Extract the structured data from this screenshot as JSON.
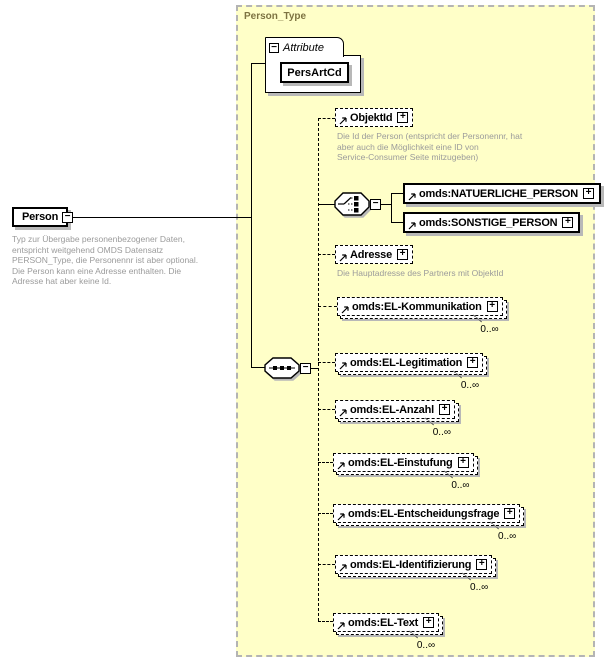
{
  "icons": {
    "plus": "+",
    "minus": "−"
  },
  "person": {
    "label": "Person",
    "annotation": "Typ zur Übergabe personenbezogener Daten,\nentspricht weitgehend OMDS Datensatz\nPERSON_Type, die Personennr ist aber optional.\nDie Person kann eine Adresse enthalten. Die\nAdresse hat aber keine Id."
  },
  "container": {
    "label": "Person_Type"
  },
  "attributes": {
    "label": "Attribute",
    "items": [
      {
        "name": "PersArtCd"
      }
    ]
  },
  "elements": {
    "objektid": {
      "name": "ObjektId",
      "annotation": "Die Id der Person (entspricht der Personennr, hat\naber auch die Möglichkeit eine ID von\nService-Consumer Seite mitzugeben)"
    },
    "natuerliche_person": {
      "name": "omds:NATUERLICHE_PERSON"
    },
    "sonstige_person": {
      "name": "omds:SONSTIGE_PERSON"
    },
    "adresse": {
      "name": "Adresse",
      "annotation": "Die Hauptadresse des Partners mit ObjektId"
    },
    "kommunikation": {
      "name": "omds:EL-Kommunikation",
      "occurs": "0..∞"
    },
    "legitimation": {
      "name": "omds:EL-Legitimation",
      "occurs": "0..∞"
    },
    "anzahl": {
      "name": "omds:EL-Anzahl",
      "occurs": "0..∞"
    },
    "einstufung": {
      "name": "omds:EL-Einstufung",
      "occurs": "0..∞"
    },
    "entscheidungsfrage": {
      "name": "omds:EL-Entscheidungsfrage",
      "occurs": "0..∞"
    },
    "identifizierung": {
      "name": "omds:EL-Identifizierung",
      "occurs": "0..∞"
    },
    "text": {
      "name": "omds:EL-Text",
      "occurs": "0..∞"
    }
  },
  "colors": {
    "container_bg": "#ffffc8",
    "container_border": "#b4b4b4",
    "container_label": "#7d7342",
    "annotation_text": "#9b9b9b",
    "shadow": "#b8b8b8"
  }
}
